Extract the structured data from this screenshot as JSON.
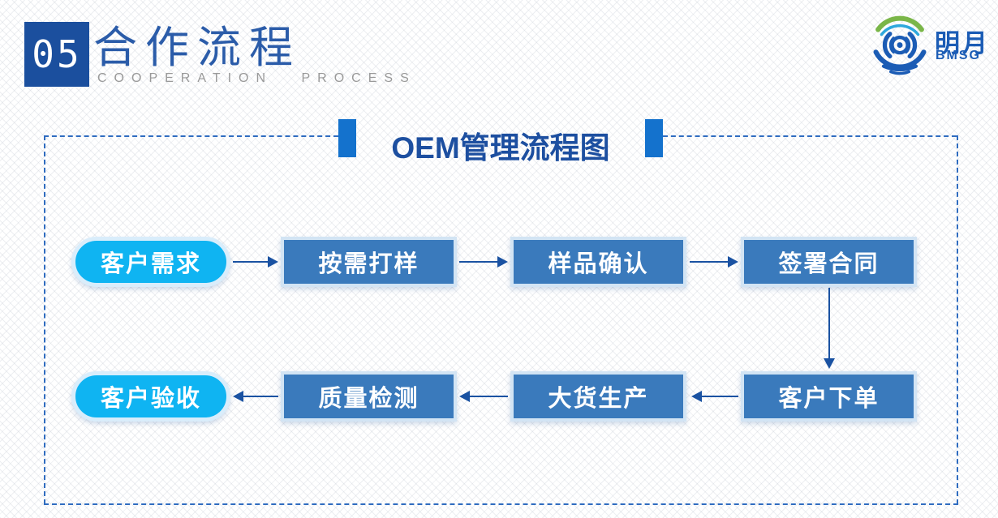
{
  "header": {
    "section_number": "05",
    "title": "合作流程",
    "subtitle": "COOPERATION PROCESS",
    "logo": {
      "name": "明月",
      "abbr": "BMSG"
    }
  },
  "diagram": {
    "title": "OEM管理流程图",
    "rows": [
      {
        "direction": "right",
        "nodes": [
          {
            "label": "客户需求",
            "shape": "pill"
          },
          {
            "label": "按需打样",
            "shape": "rect"
          },
          {
            "label": "样品确认",
            "shape": "rect"
          },
          {
            "label": "签署合同",
            "shape": "rect"
          }
        ]
      },
      {
        "direction": "left",
        "nodes": [
          {
            "label": "客户验收",
            "shape": "pill"
          },
          {
            "label": "质量检测",
            "shape": "rect"
          },
          {
            "label": "大货生产",
            "shape": "rect"
          },
          {
            "label": "客户下单",
            "shape": "rect"
          }
        ]
      }
    ],
    "connectors": [
      "客户需求→按需打样",
      "按需打样→样品确认",
      "样品确认→签署合同",
      "签署合同→客户下单",
      "客户下单→大货生产",
      "大货生产→质量检测",
      "质量检测→客户验收"
    ]
  },
  "colors": {
    "header_block": "#1b4f9e",
    "header_title": "#2b5ca9",
    "subtitle_gray": "#999999",
    "diagram_title": "#1d4fa0",
    "title_bar": "#1472cd",
    "rect_fill": "#3a7abc",
    "rect_border": "#d2e4f4",
    "pill_fill": "#0fb4f2",
    "pill_border": "#d9edfb",
    "arrow": "#1a52a2",
    "dashed_border": "#2f6cc0",
    "logo_blue": "#1b5cb5",
    "logo_green": "#7ab648"
  }
}
